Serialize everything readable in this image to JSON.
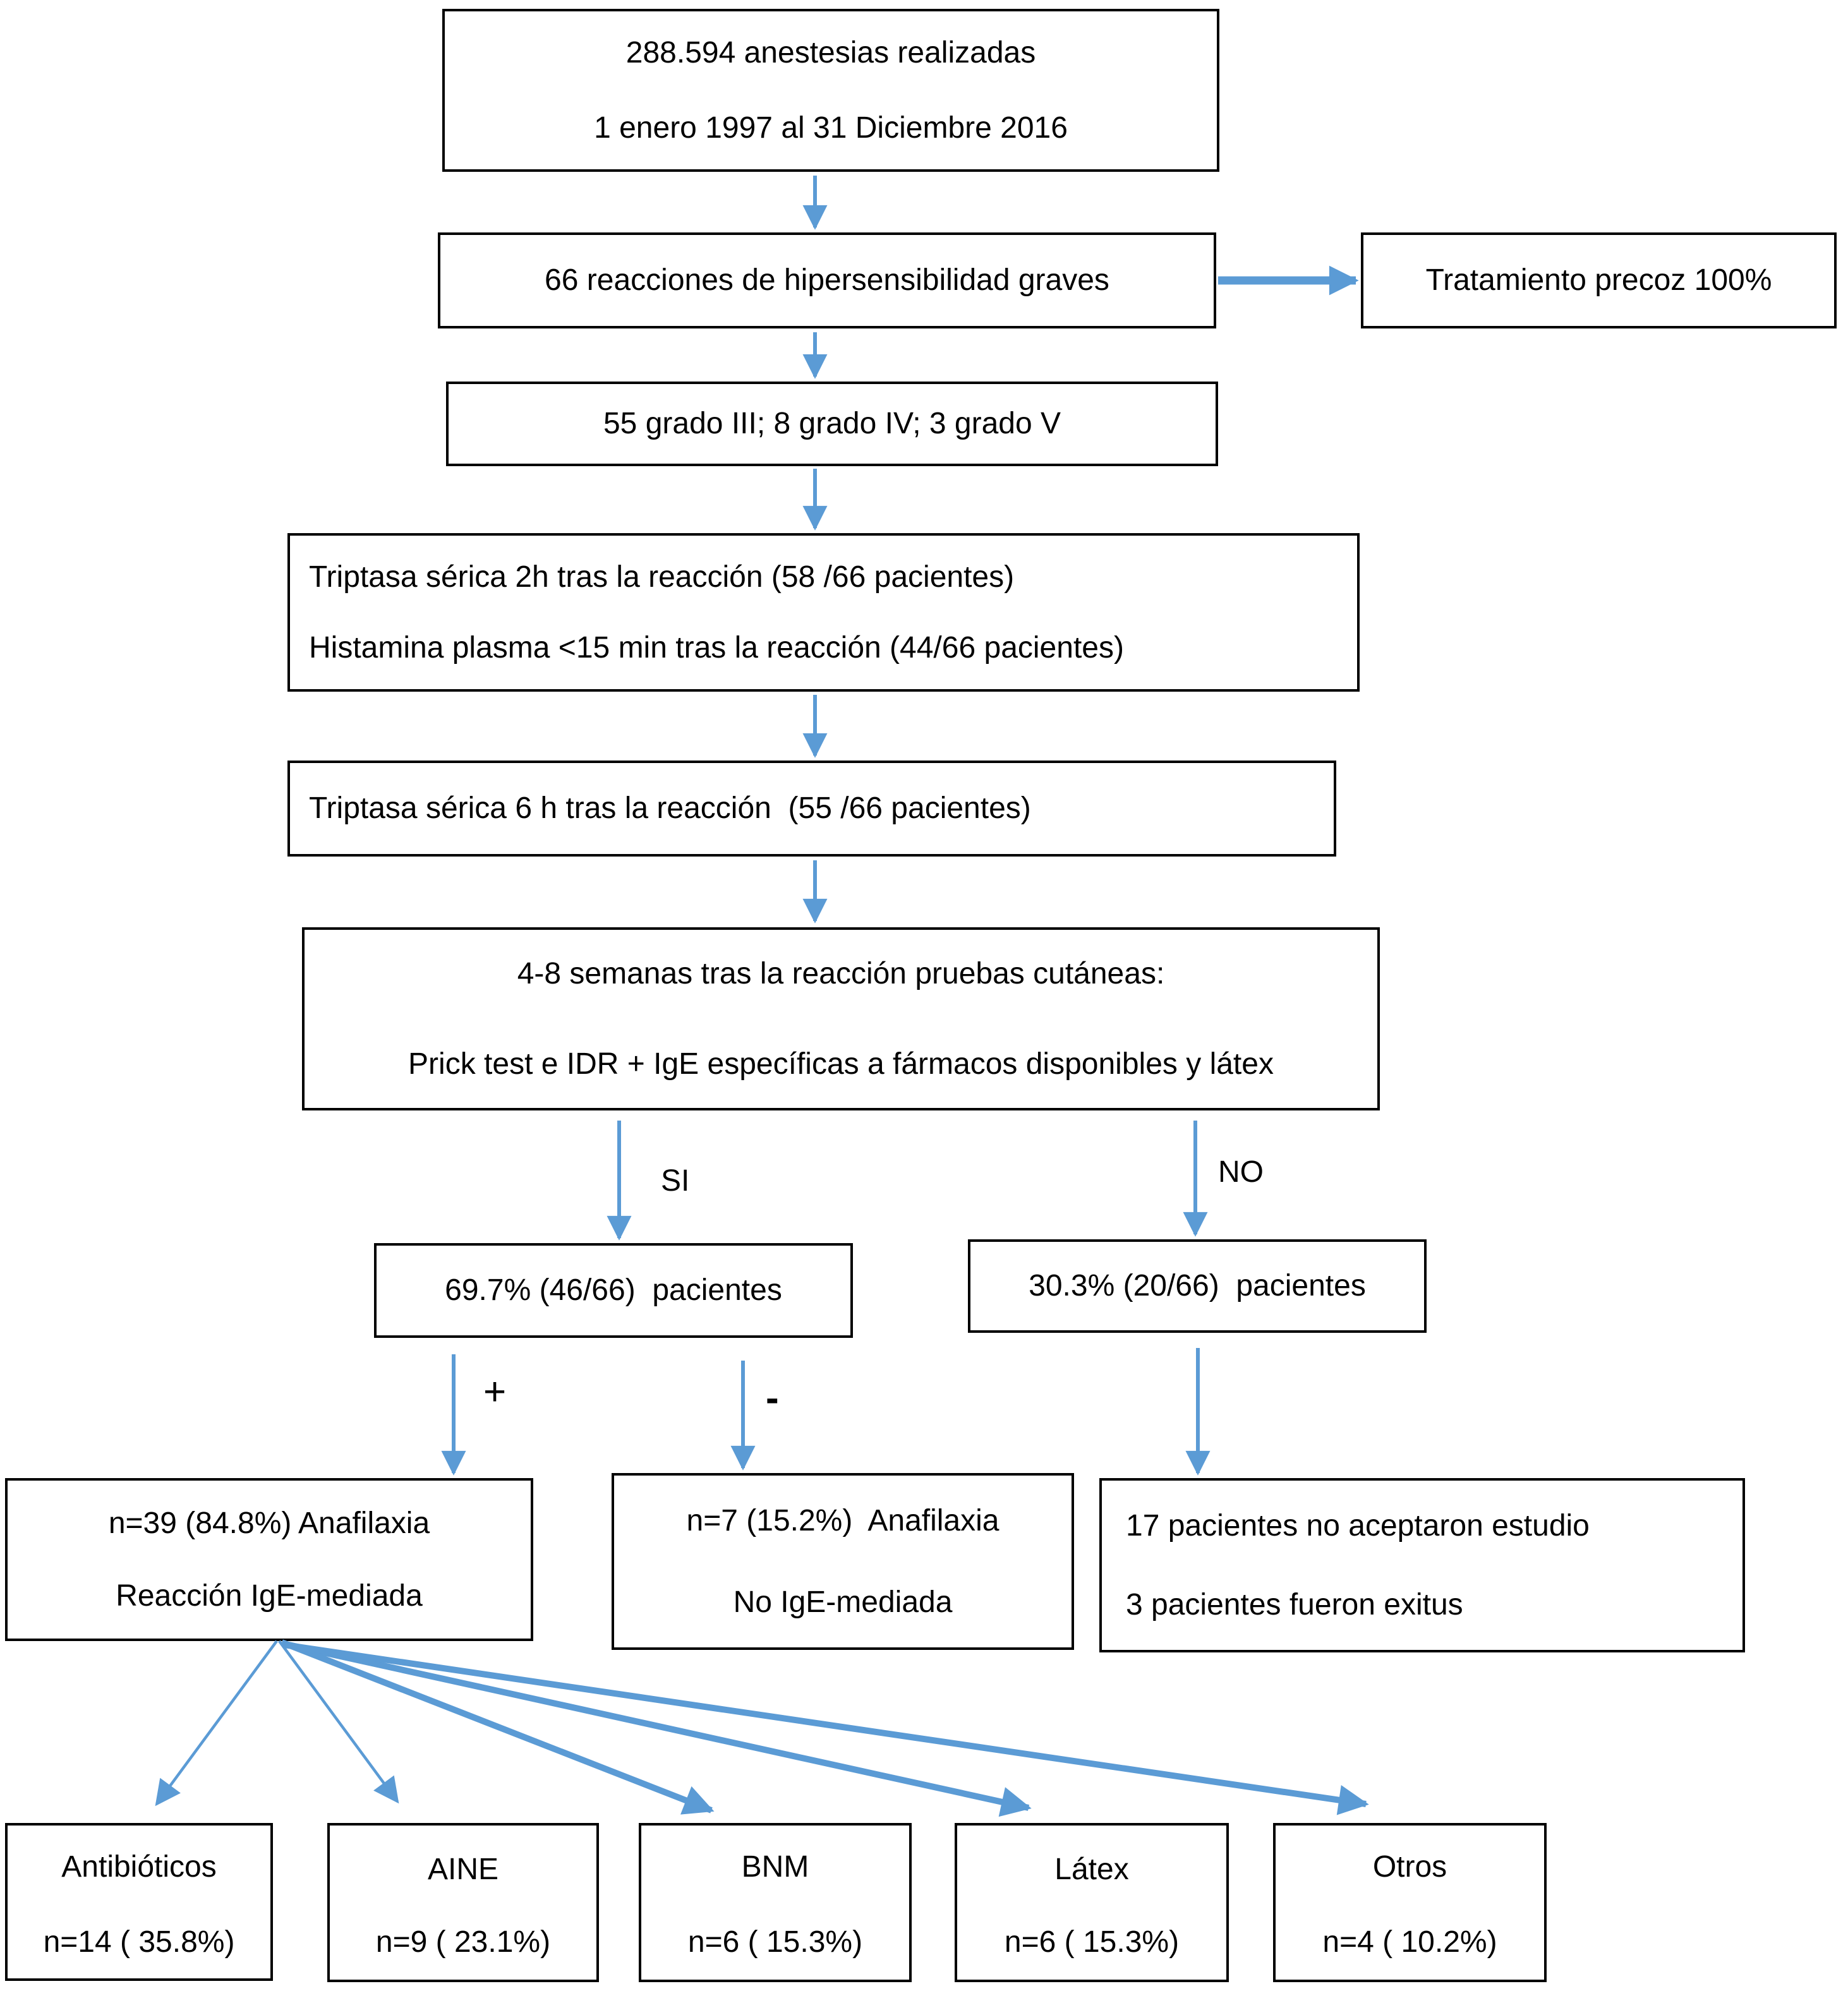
{
  "colors": {
    "arrow": "#5b9bd5",
    "border": "#000000",
    "background": "#ffffff"
  },
  "boxes": {
    "total": {
      "line1": "288.594 anestesias realizadas",
      "line2": "1 enero 1997 al 31 Diciembre 2016"
    },
    "reactions": {
      "line1": "66 reacciones de hipersensibilidad graves"
    },
    "treatment": {
      "line1": "Tratamiento precoz 100%"
    },
    "grades": {
      "line1": "55 grado III; 8 grado IV; 3 grado V"
    },
    "tryptase2h": {
      "line1": "Triptasa sérica 2h tras la reacción (58 /66 pacientes)",
      "line2": "Histamina plasma <15 min tras la reacción (44/66 pacientes)"
    },
    "tryptase6h": {
      "line1": "Triptasa sérica 6 h tras la reacción  (55 /66 pacientes)"
    },
    "skintests": {
      "line1": "4-8 semanas tras la reacción pruebas cutáneas:",
      "line2": "Prick test e IDR + IgE específicas a fármacos disponibles y látex"
    },
    "tested": {
      "line1": "69.7% (46/66)  pacientes"
    },
    "nottested": {
      "line1": "30.3% (20/66)  pacientes"
    },
    "ige": {
      "line1": "n=39 (84.8%) Anafilaxia",
      "line2": "Reacción IgE-mediada"
    },
    "nonige": {
      "line1": "n=7 (15.2%)  Anafilaxia",
      "line2": "No IgE-mediada"
    },
    "nostudy": {
      "line1": "17 pacientes no aceptaron estudio",
      "line2": "3 pacientes fueron exitus"
    },
    "antibiotics": {
      "line1": "Antibióticos",
      "line2": "n=14 ( 35.8%)"
    },
    "aine": {
      "line1": "AINE",
      "line2": "n=9 ( 23.1%)"
    },
    "bnm": {
      "line1": "BNM",
      "line2": "n=6 ( 15.3%)"
    },
    "latex": {
      "line1": "Látex",
      "line2": "n=6 ( 15.3%)"
    },
    "otros": {
      "line1": "Otros",
      "line2": "n=4 ( 10.2%)"
    }
  },
  "branch_labels": {
    "yes": "SI",
    "no": "NO",
    "positive": "+",
    "negative": "-"
  }
}
